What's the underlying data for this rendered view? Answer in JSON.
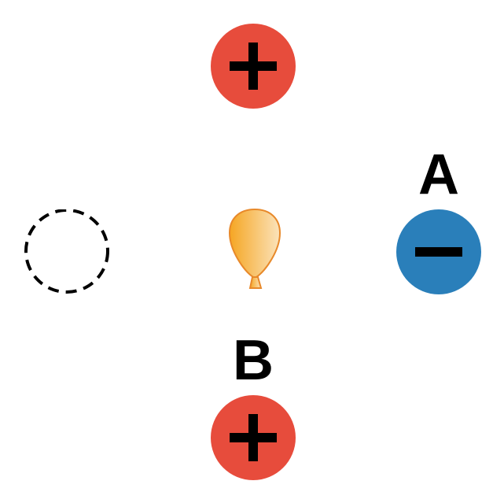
{
  "labels": {
    "a": "A",
    "b": "B"
  },
  "charges": {
    "top": {
      "sign": "positive"
    },
    "right": {
      "sign": "negative"
    },
    "bottom": {
      "sign": "positive"
    }
  },
  "colors": {
    "positive": "#e74c3c",
    "negative": "#2a7fba",
    "balloon_light": "#fbd9a3",
    "balloon_dark": "#f5a623",
    "balloon_outline": "#e8892a"
  },
  "icons": {
    "plus": "plus-icon",
    "minus": "minus-icon",
    "balloon": "balloon-icon",
    "empty": "dashed-circle-icon"
  }
}
